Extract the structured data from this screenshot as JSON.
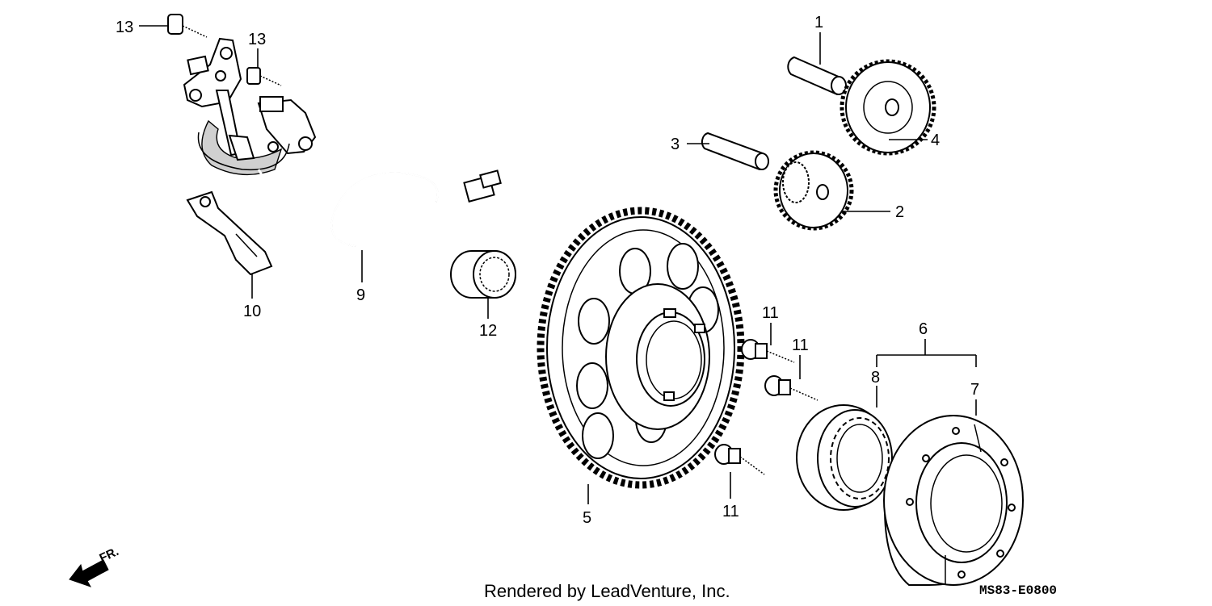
{
  "diagram": {
    "callouts": {
      "c1": "1",
      "c2": "2",
      "c3": "3",
      "c4": "4",
      "c5": "5",
      "c6": "6",
      "c7": "7",
      "c8": "8",
      "c9": "9",
      "c10": "10",
      "c11a": "11",
      "c11b": "11",
      "c11c": "11",
      "c12": "12",
      "c13a": "13",
      "c13b": "13"
    },
    "direction_label": "FR.",
    "direction_icon": "front-arrow-icon",
    "footer": "Rendered by LeadVenture, Inc.",
    "diagram_code": "MS83-E0800"
  }
}
